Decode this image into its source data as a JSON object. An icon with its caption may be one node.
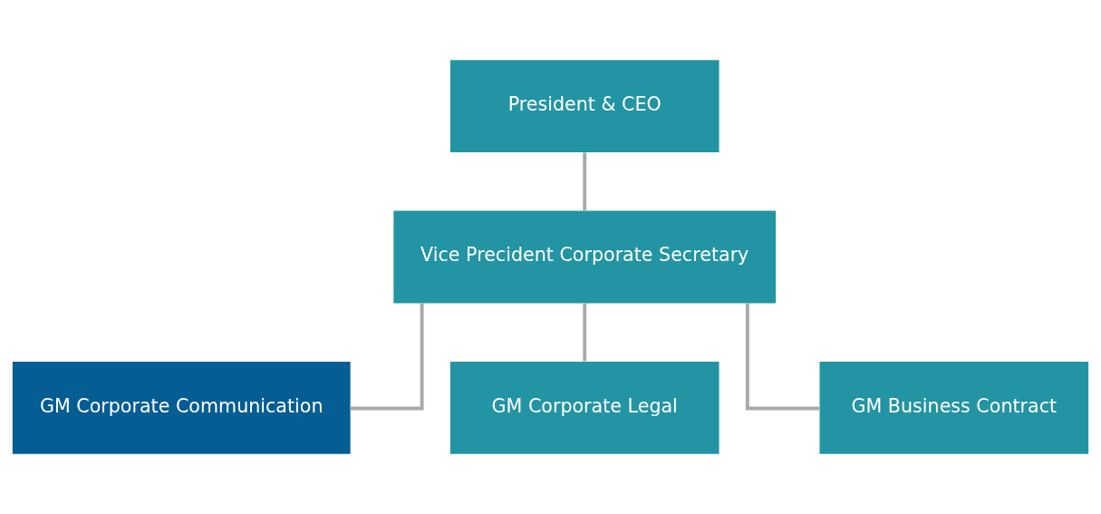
{
  "diagram": {
    "nodes": [
      {
        "text": [
          "President & CEO"
        ]
      },
      {
        "text": [
          "Vice Precident Corporate Secretary"
        ]
      },
      {
        "text": [
          "GM Corporate Communication"
        ]
      },
      {
        "text": [
          "GM Corporate Legal"
        ]
      },
      {
        "text": [
          "GM Business Contract"
        ]
      }
    ],
    "edges": [
      {
        "from": 0,
        "to": 1,
        "arrow": "none"
      },
      {
        "from": 1,
        "to": 2,
        "arrow": "none"
      },
      {
        "from": 1,
        "to": 3,
        "arrow": "none"
      },
      {
        "from": 1,
        "to": 4,
        "arrow": "none"
      }
    ]
  }
}
